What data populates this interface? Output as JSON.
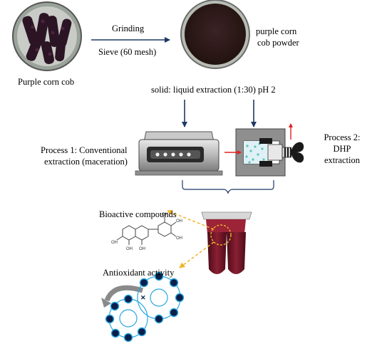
{
  "labels": {
    "raw_material": "Purple corn cob",
    "step_grinding": "Grinding",
    "step_sieve": "Sieve (60 mesh)",
    "powder_line1": "purple corn",
    "powder_line2": "cob powder",
    "extraction_condition": "solid: liquid extraction (1:30) pH 2",
    "process1_line1": "Process 1: Conventional",
    "process1_line2": "extraction (maceration)",
    "process2_line1": "Process 2:",
    "process2_line2": "DHP",
    "process2_line3": "extraction",
    "bioactive": "Bioactive compounds",
    "antioxidant": "Antioxidant activity"
  },
  "molecule_groups": [
    "OH",
    "OH",
    "OH",
    "OH",
    "OH",
    "OH"
  ],
  "colors": {
    "arrow": "#1f3864",
    "extract": "#7a1a2a",
    "dashed_arrow": "#f0b429",
    "antioxidant_circle": "#29a8e0",
    "antioxidant_node": "#0b1f4a",
    "red_arrow": "#e02020"
  }
}
